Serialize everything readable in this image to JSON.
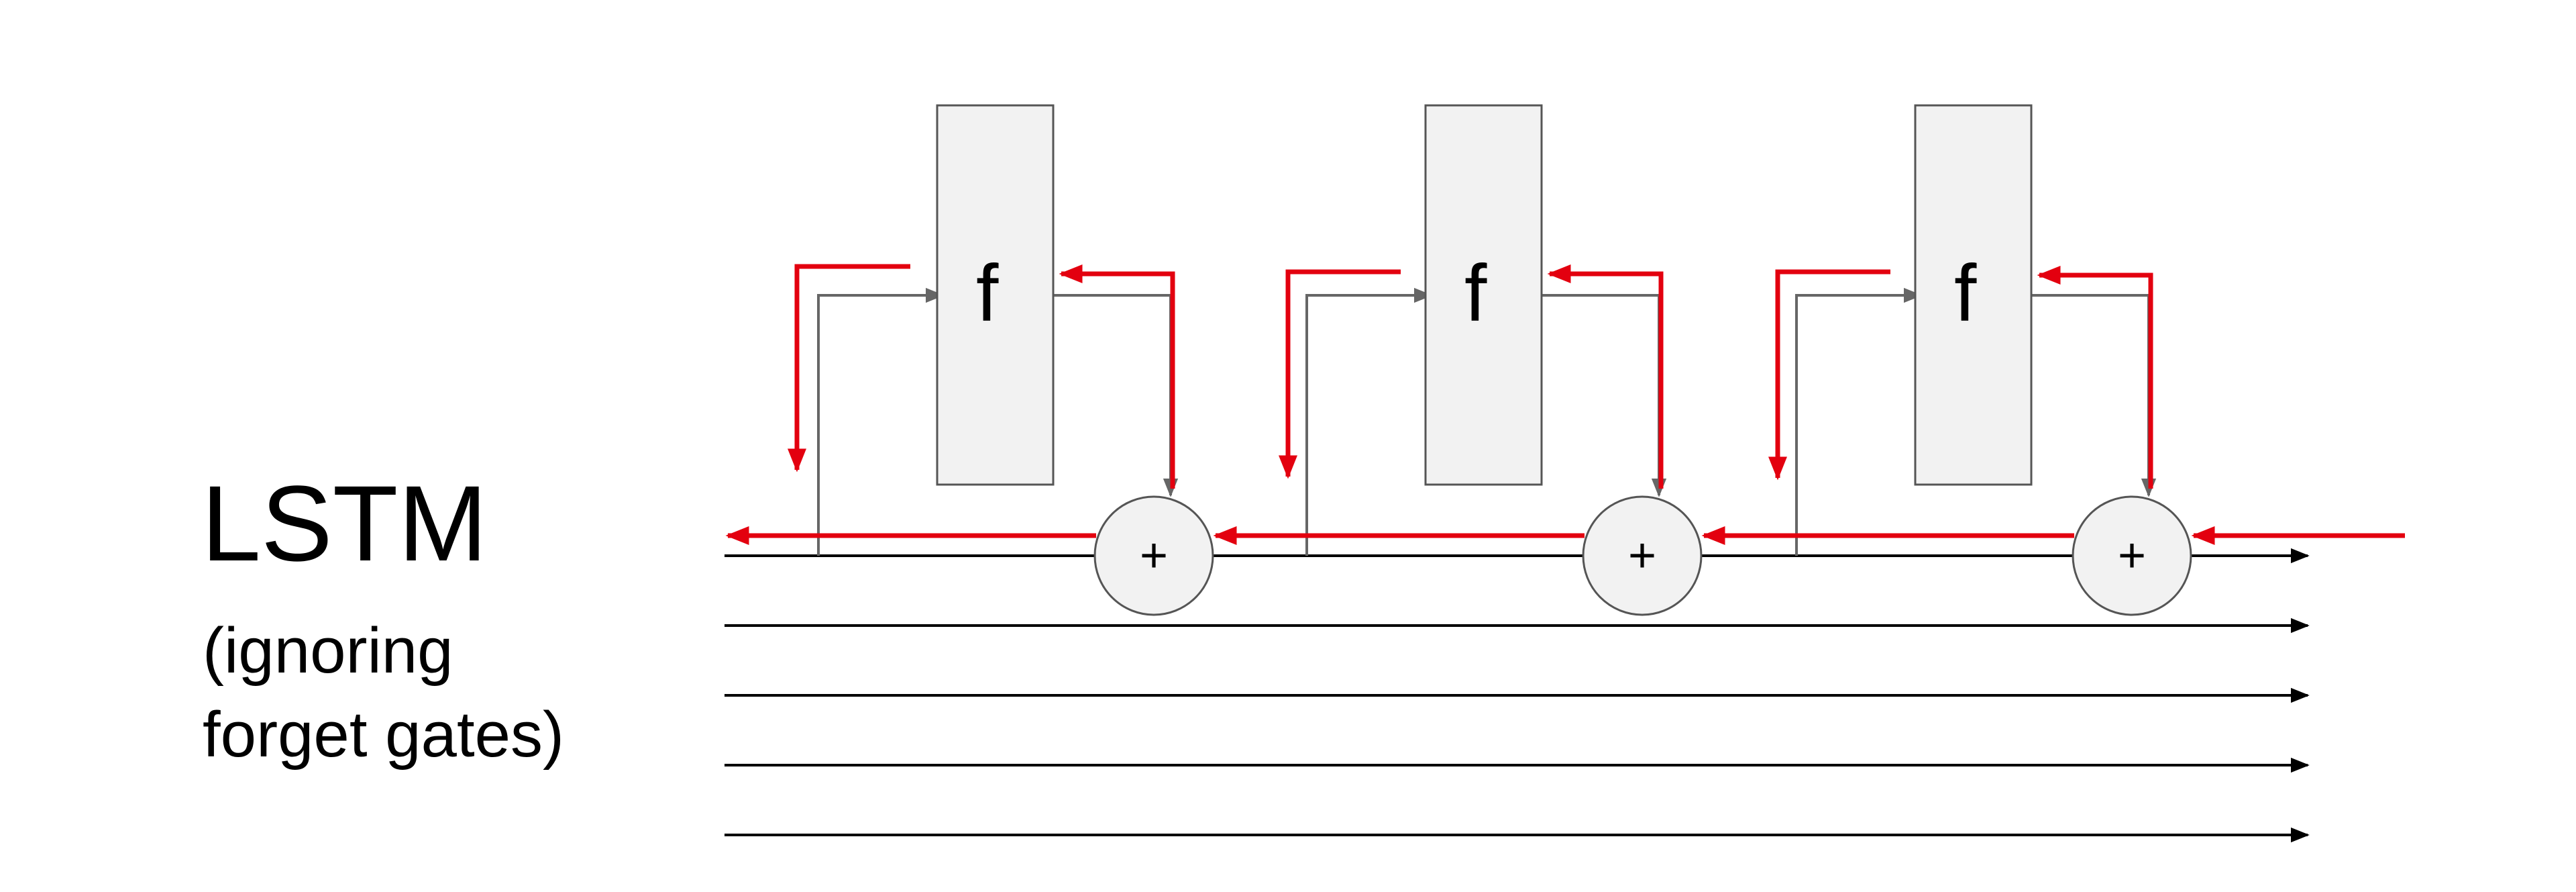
{
  "title": "LSTM",
  "subtitle_lines": [
    "(ignoring",
    "forget gates)"
  ],
  "units": [
    {
      "function_label": "f",
      "operator_label": "+"
    },
    {
      "function_label": "f",
      "operator_label": "+"
    },
    {
      "function_label": "f",
      "operator_label": "+"
    }
  ],
  "colors": {
    "forward_line": "#000000",
    "feed_line": "#666666",
    "gradient_flow": "#e3000f",
    "box_fill": "#f2f2f2",
    "box_stroke": "#555555"
  }
}
